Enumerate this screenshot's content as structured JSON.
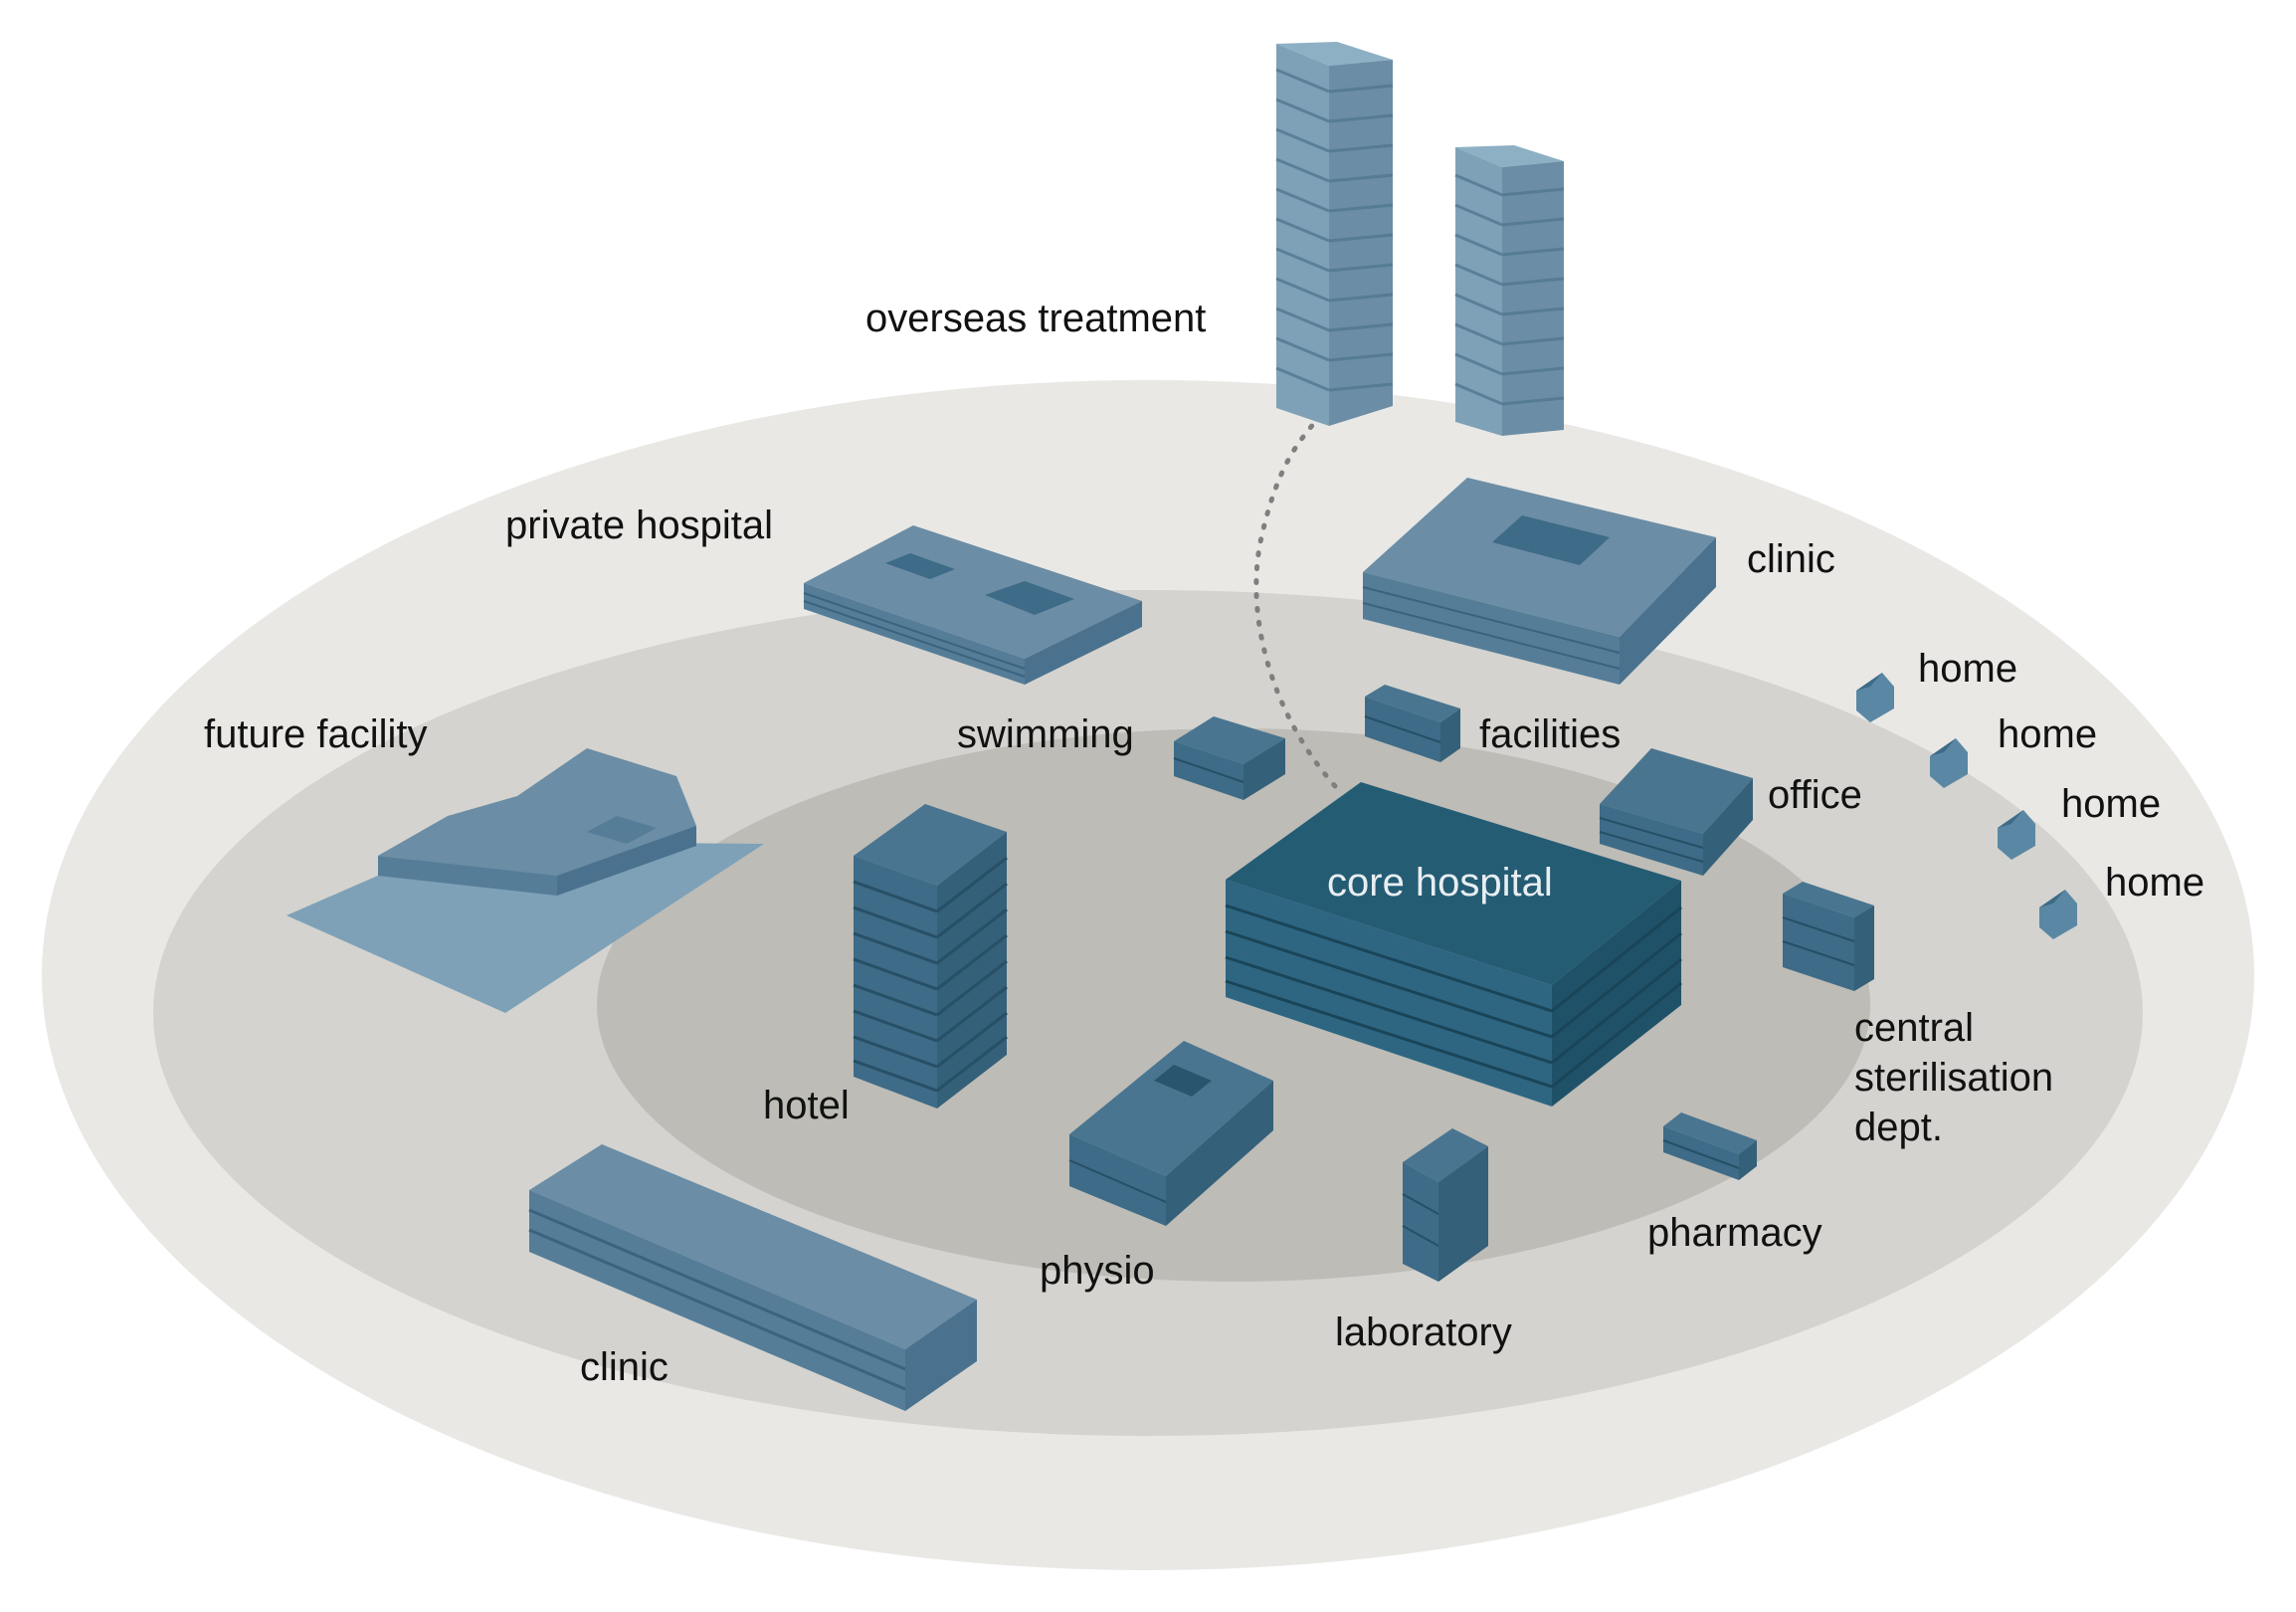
{
  "colors": {
    "background": "#ffffff",
    "outer_ring": "#e9e8e5",
    "middle_ring": "#d4d3cf",
    "inner_ring": "#bdbcb6",
    "building_light": "#6b8da5",
    "building_mid": "#3e6b87",
    "building_dark": "#245c74",
    "connector": "#7f7f7f"
  },
  "labels": {
    "overseas_treatment": "overseas treatment",
    "private_hospital": "private hospital",
    "clinic_top": "clinic",
    "future_facility": "future facility",
    "swimming": "swimming",
    "facilities": "facilities",
    "office": "office",
    "home_1": "home",
    "home_2": "home",
    "home_3": "home",
    "home_4": "home",
    "core_hospital": "core hospital",
    "hotel": "hotel",
    "central_sterilisation_line1": "central",
    "central_sterilisation_line2": "sterilisation",
    "central_sterilisation_line3": "dept.",
    "physio": "physio",
    "pharmacy": "pharmacy",
    "laboratory": "laboratory",
    "clinic_bottom": "clinic"
  }
}
